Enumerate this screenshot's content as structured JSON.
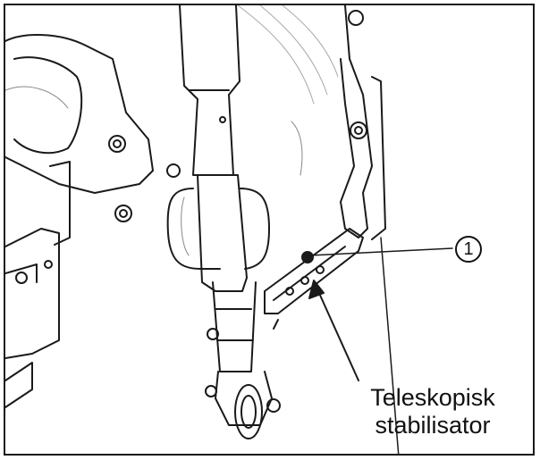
{
  "figure": {
    "callout_number": "1",
    "label_line1": "Teleskopisk",
    "label_line2": "stabilisator"
  }
}
